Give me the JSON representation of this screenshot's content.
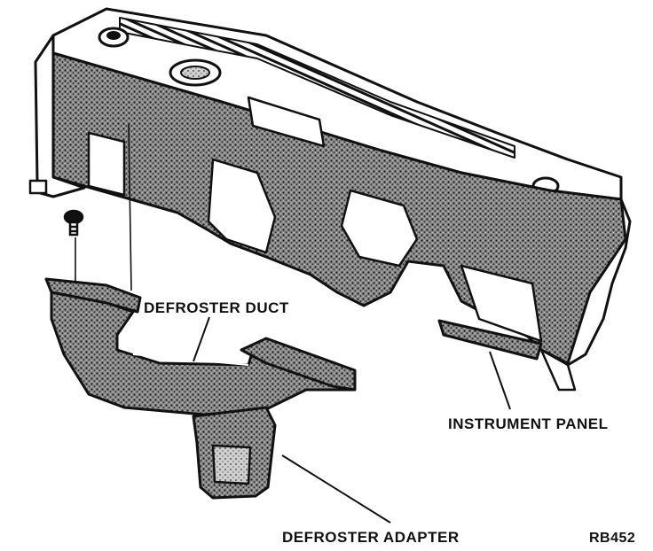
{
  "labels": {
    "defroster_duct": "DEFROSTER DUCT",
    "instrument_panel": "INSTRUMENT PANEL",
    "defroster_adapter": "DEFROSTER ADAPTER",
    "figure_code": "RB452"
  },
  "colors": {
    "ink": "#111111",
    "shade": "#6f6f6f",
    "paper": "#ffffff"
  }
}
